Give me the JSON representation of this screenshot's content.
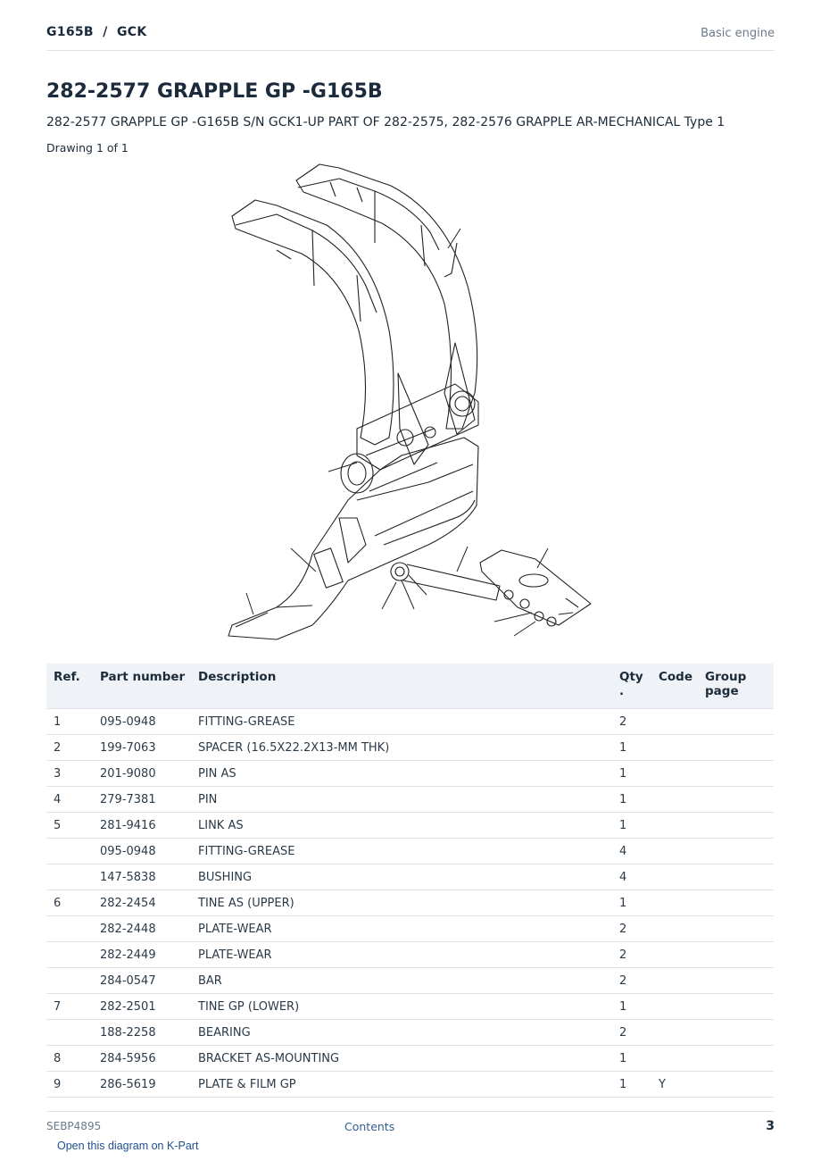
{
  "header": {
    "model": "G165B  /  GCK",
    "section": "Basic engine"
  },
  "title": "282-2577 GRAPPLE GP -G165B",
  "subtitle": "282-2577 GRAPPLE GP -G165B S/N GCK1-UP PART OF 282-2575, 282-2576 GRAPPLE AR-MECHANICAL Type 1",
  "drawing_label": "Drawing 1 of 1",
  "table": {
    "headers": {
      "ref": "Ref.",
      "part": "Part number",
      "desc": "Description",
      "qty": "Qty .",
      "code": "Code",
      "group": "Group page"
    },
    "rows": [
      {
        "ref": "1",
        "part": "095-0948",
        "desc": "FITTING-GREASE",
        "qty": "2",
        "code": ""
      },
      {
        "ref": "2",
        "part": "199-7063",
        "desc": "SPACER (16.5X22.2X13-MM THK)",
        "qty": "1",
        "code": ""
      },
      {
        "ref": "3",
        "part": "201-9080",
        "desc": "PIN AS",
        "qty": "1",
        "code": ""
      },
      {
        "ref": "4",
        "part": "279-7381",
        "desc": "PIN",
        "qty": "1",
        "code": ""
      },
      {
        "ref": "5",
        "part": "281-9416",
        "desc": "LINK AS",
        "qty": "1",
        "code": ""
      },
      {
        "ref": "",
        "part": "095-0948",
        "desc": "FITTING-GREASE",
        "qty": "4",
        "code": ""
      },
      {
        "ref": "",
        "part": "147-5838",
        "desc": "BUSHING",
        "qty": "4",
        "code": ""
      },
      {
        "ref": "6",
        "part": "282-2454",
        "desc": "TINE AS (UPPER)",
        "qty": "1",
        "code": ""
      },
      {
        "ref": "",
        "part": "282-2448",
        "desc": "PLATE-WEAR",
        "qty": "2",
        "code": ""
      },
      {
        "ref": "",
        "part": "282-2449",
        "desc": "PLATE-WEAR",
        "qty": "2",
        "code": ""
      },
      {
        "ref": "",
        "part": "284-0547",
        "desc": "BAR",
        "qty": "2",
        "code": ""
      },
      {
        "ref": "7",
        "part": "282-2501",
        "desc": "TINE GP (LOWER)",
        "qty": "1",
        "code": ""
      },
      {
        "ref": "",
        "part": "188-2258",
        "desc": "BEARING",
        "qty": "2",
        "code": ""
      },
      {
        "ref": "8",
        "part": "284-5956",
        "desc": "BRACKET AS-MOUNTING",
        "qty": "1",
        "code": ""
      },
      {
        "ref": "9",
        "part": "286-5619",
        "desc": "PLATE & FILM GP",
        "qty": "1",
        "code": "Y"
      }
    ]
  },
  "footer": {
    "doc": "SEBP4895",
    "contents": "Contents",
    "page": "3"
  },
  "kpart_link": "Open this diagram on K-Part"
}
